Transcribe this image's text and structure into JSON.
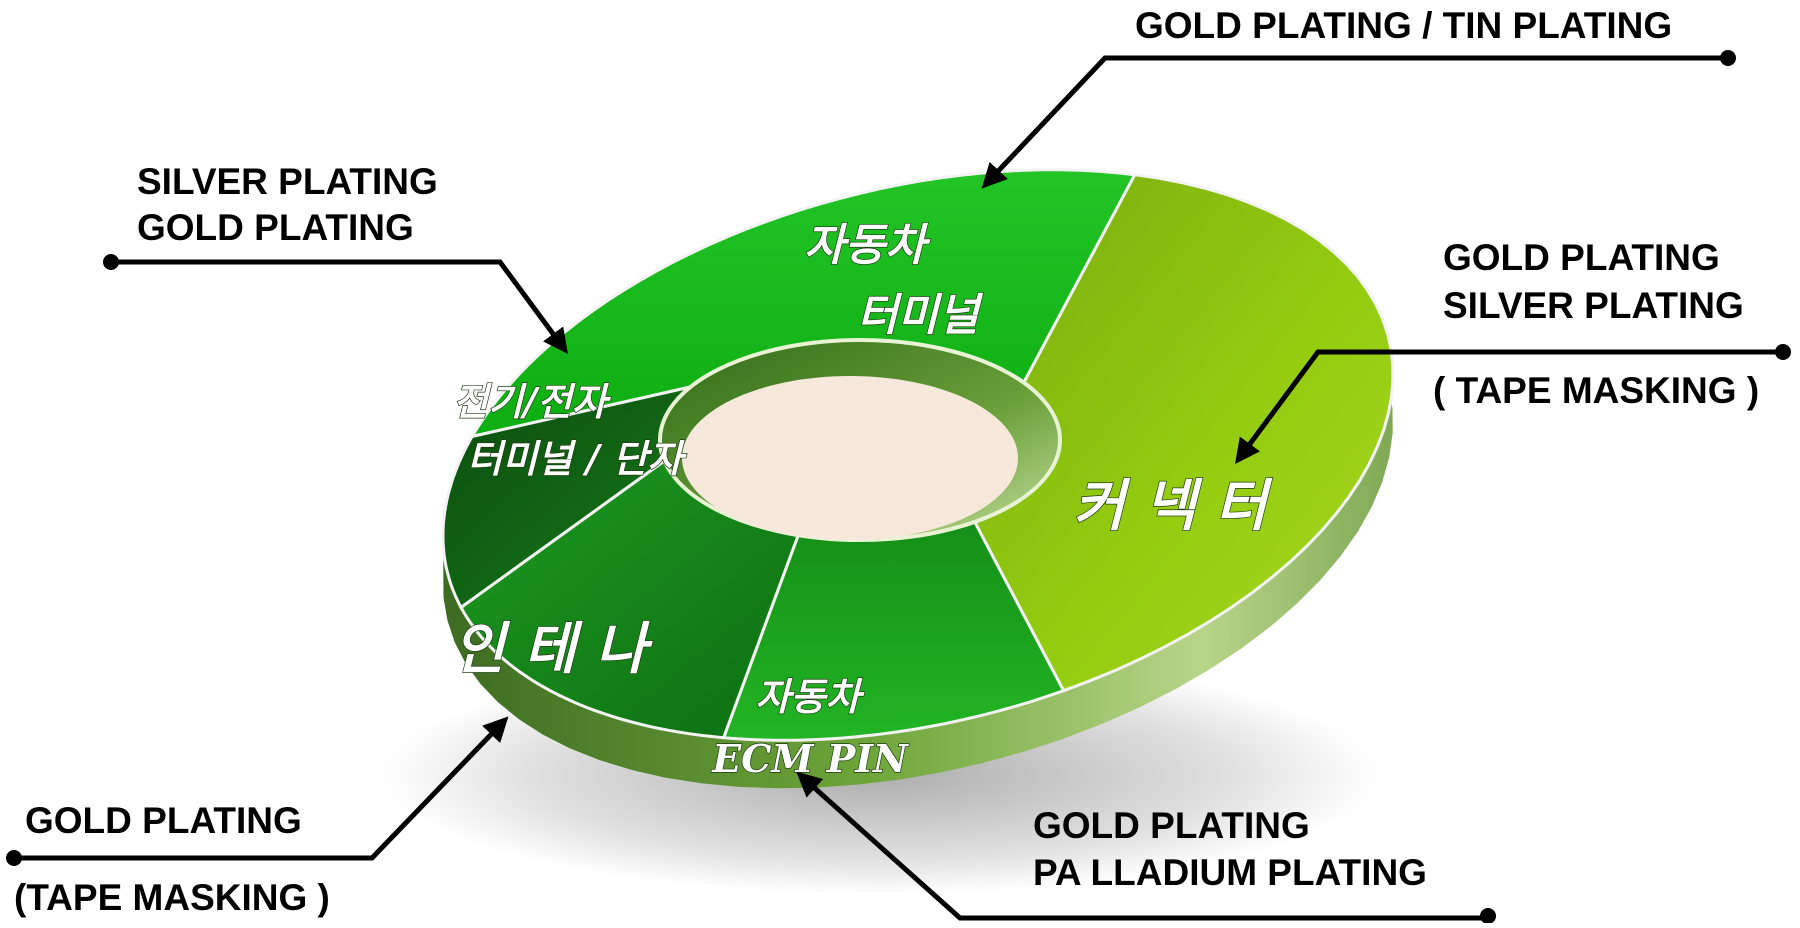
{
  "segments": [
    {
      "id": "auto-terminal",
      "lines": [
        "자동차",
        "터미널"
      ]
    },
    {
      "id": "connector",
      "lines": [
        "커 넥 터"
      ]
    },
    {
      "id": "auto-ecm-pin",
      "lines": [
        "자동차",
        "ECM PIN"
      ]
    },
    {
      "id": "antenna",
      "lines": [
        "인 테 나"
      ]
    },
    {
      "id": "electric-terminal",
      "lines": [
        "전기/전자",
        "터미널 / 단자"
      ]
    }
  ],
  "callouts": {
    "top_right": [
      "GOLD PLATING / TIN PLATING"
    ],
    "top_left": [
      "SILVER PLATING",
      "GOLD PLATING"
    ],
    "right": [
      "GOLD PLATING",
      "SILVER PLATING",
      "( TAPE MASKING )"
    ],
    "bottom_left": [
      "GOLD PLATING",
      "(TAPE MASKING )"
    ],
    "bottom_right": [
      "GOLD PLATING",
      "PA LLADIUM PLATING"
    ]
  },
  "colors": {
    "auto_terminal": "#19b41b",
    "connector": "#8cc414",
    "ecm_pin": "#199a1b",
    "antenna": "#1a8a1c",
    "electric_terminal": "#0f5e12",
    "side_wall": "#5f9a30",
    "center_fill": "#f6e9dc"
  }
}
